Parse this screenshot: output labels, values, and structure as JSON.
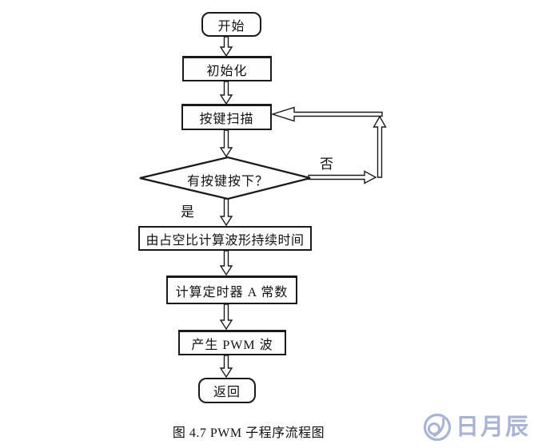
{
  "flowchart": {
    "line_color": "#1a1a1a",
    "nodes": {
      "start": {
        "label": "开始",
        "shape": "rounded-terminator"
      },
      "init": {
        "label": "初始化",
        "shape": "rect"
      },
      "key_scan": {
        "label": "按键扫描",
        "shape": "rect"
      },
      "key_pressed": {
        "label": "有按键按下？",
        "shape": "diamond"
      },
      "calc_duration": {
        "label": "由占空比计算波形持续时间",
        "shape": "rect"
      },
      "calc_timer_a": {
        "label": "计算定时器 A 常数",
        "shape": "rect"
      },
      "generate_pwm": {
        "label": "产生 PWM 波",
        "shape": "rect"
      },
      "return": {
        "label": "返回",
        "shape": "rounded-terminator"
      }
    },
    "branch_labels": {
      "yes": "是",
      "no": "否"
    }
  },
  "caption": {
    "text": "图 4.7  PWM 子程序流程图"
  },
  "watermark": {
    "icon": "qy-circle-logo",
    "text": "日月辰",
    "color": "#a9b4d4"
  }
}
